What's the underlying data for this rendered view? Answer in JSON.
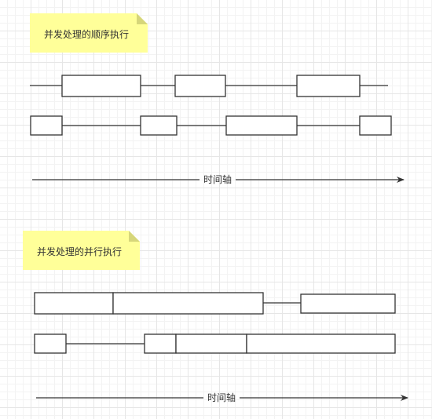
{
  "colors": {
    "note_fill": "#FFFF99",
    "note_fold": "#D6D67A",
    "stroke": "#333333",
    "block_fill": "#FFFFFF"
  },
  "diagram": {
    "sequential": {
      "note": "并发处理的顺序执行",
      "axis_label": "时间轴"
    },
    "parallel": {
      "note": "并发处理的并行执行",
      "axis_label": "时间轴"
    }
  }
}
